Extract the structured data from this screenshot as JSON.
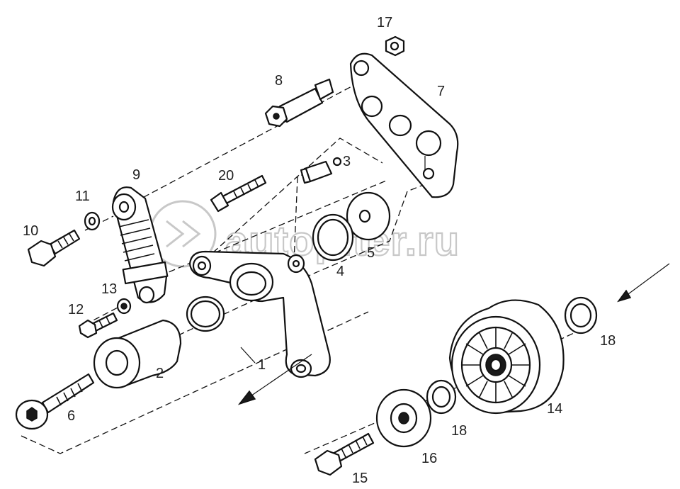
{
  "diagram": {
    "watermark_text": "autopiter.ru",
    "callouts": {
      "c1": "1",
      "c2": "2",
      "c3": "3",
      "c4": "4",
      "c5": "5",
      "c6": "6",
      "c7": "7",
      "c8": "8",
      "c9": "9",
      "c10": "10",
      "c11": "11",
      "c12": "12",
      "c13": "13",
      "c14": "14",
      "c15": "15",
      "c16": "16",
      "c17": "17",
      "c18a": "18",
      "c18b": "18",
      "c20": "20"
    }
  }
}
